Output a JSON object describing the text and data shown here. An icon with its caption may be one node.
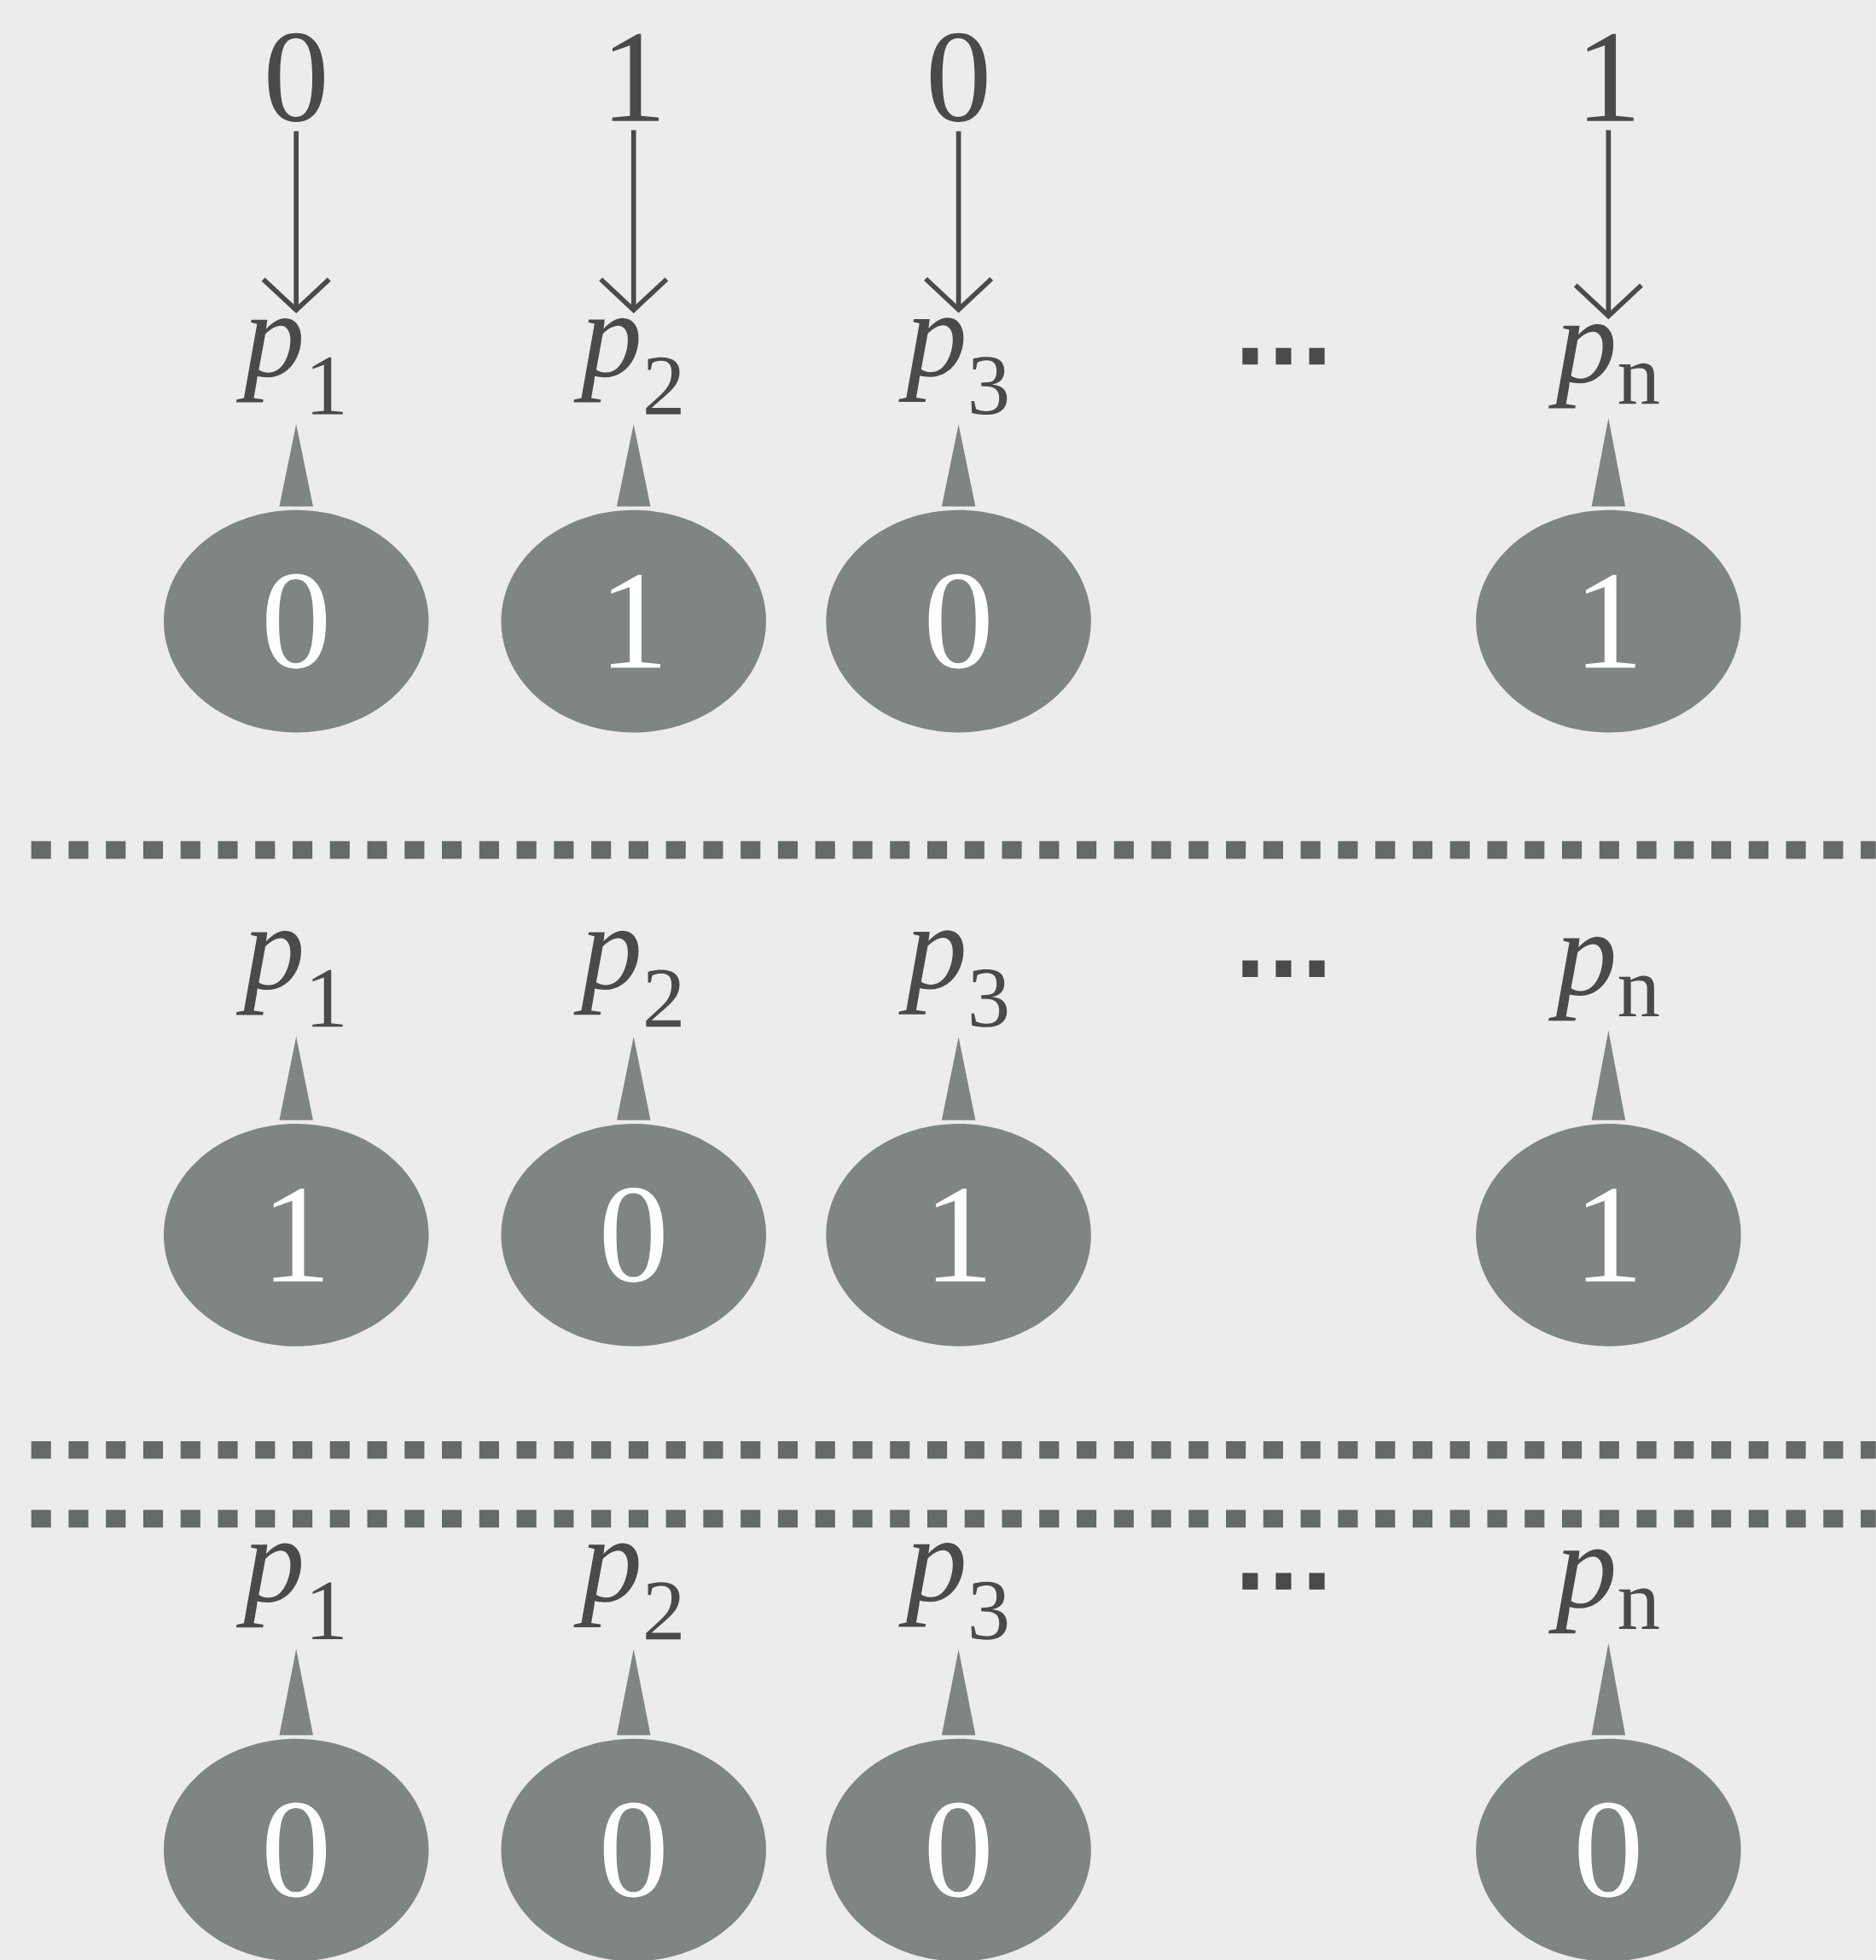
{
  "diagram": {
    "nodes": [
      {
        "text": [
          "0"
        ]
      },
      {
        "text": [
          "1"
        ]
      },
      {
        "text": [
          "0"
        ]
      },
      {
        "text": [
          "1"
        ]
      },
      {
        "text": [
          "*p*$_{1}$"
        ]
      },
      {
        "text": [
          "*p*$_{2}$"
        ]
      },
      {
        "text": [
          "*p*$_{3}$"
        ]
      },
      {
        "text": [
          "*p*$_{n}$"
        ]
      },
      {
        "text": [
          "0"
        ]
      },
      {
        "text": [
          "1"
        ]
      },
      {
        "text": [
          "0"
        ]
      },
      {
        "text": [
          "1"
        ]
      },
      {
        "text": [
          "*p*$_{1}$"
        ]
      },
      {
        "text": [
          "*p*$_{2}$"
        ]
      },
      {
        "text": [
          "*p*$_{3}$"
        ]
      },
      {
        "text": [
          "*p*$_{n}$"
        ]
      },
      {
        "text": [
          "1"
        ]
      },
      {
        "text": [
          "0"
        ]
      },
      {
        "text": [
          "1"
        ]
      },
      {
        "text": [
          "1"
        ]
      },
      {
        "text": [
          "*p*$_{1}$"
        ]
      },
      {
        "text": [
          "*p*$_{2}$"
        ]
      },
      {
        "text": [
          "*p*$_{3}$"
        ]
      },
      {
        "text": [
          "*p*$_{n}$"
        ]
      },
      {
        "text": [
          "0"
        ]
      },
      {
        "text": [
          "0"
        ]
      },
      {
        "text": [
          "0"
        ]
      },
      {
        "text": [
          "0"
        ]
      }
    ],
    "edges": [
      {
        "from": 0,
        "to": 4,
        "arrow": "to"
      },
      {
        "from": 1,
        "to": 5,
        "arrow": "to"
      },
      {
        "from": 2,
        "to": 6,
        "arrow": "to"
      },
      {
        "from": 3,
        "to": 7,
        "arrow": "to"
      },
      {
        "from": 8,
        "to": 4,
        "arrow": "none"
      },
      {
        "from": 9,
        "to": 5,
        "arrow": "none"
      },
      {
        "from": 10,
        "to": 6,
        "arrow": "none"
      },
      {
        "from": 11,
        "to": 7,
        "arrow": "none"
      },
      {
        "from": 16,
        "to": 12,
        "arrow": "none"
      },
      {
        "from": 17,
        "to": 13,
        "arrow": "none"
      },
      {
        "from": 18,
        "to": 14,
        "arrow": "none"
      },
      {
        "from": 19,
        "to": 15,
        "arrow": "none"
      },
      {
        "from": 24,
        "to": 20,
        "arrow": "none"
      },
      {
        "from": 25,
        "to": 21,
        "arrow": "none"
      },
      {
        "from": 26,
        "to": 22,
        "arrow": "none"
      },
      {
        "from": 27,
        "to": 23,
        "arrow": "none"
      }
    ],
    "labels": [
      "...",
      "...",
      "..."
    ]
  }
}
